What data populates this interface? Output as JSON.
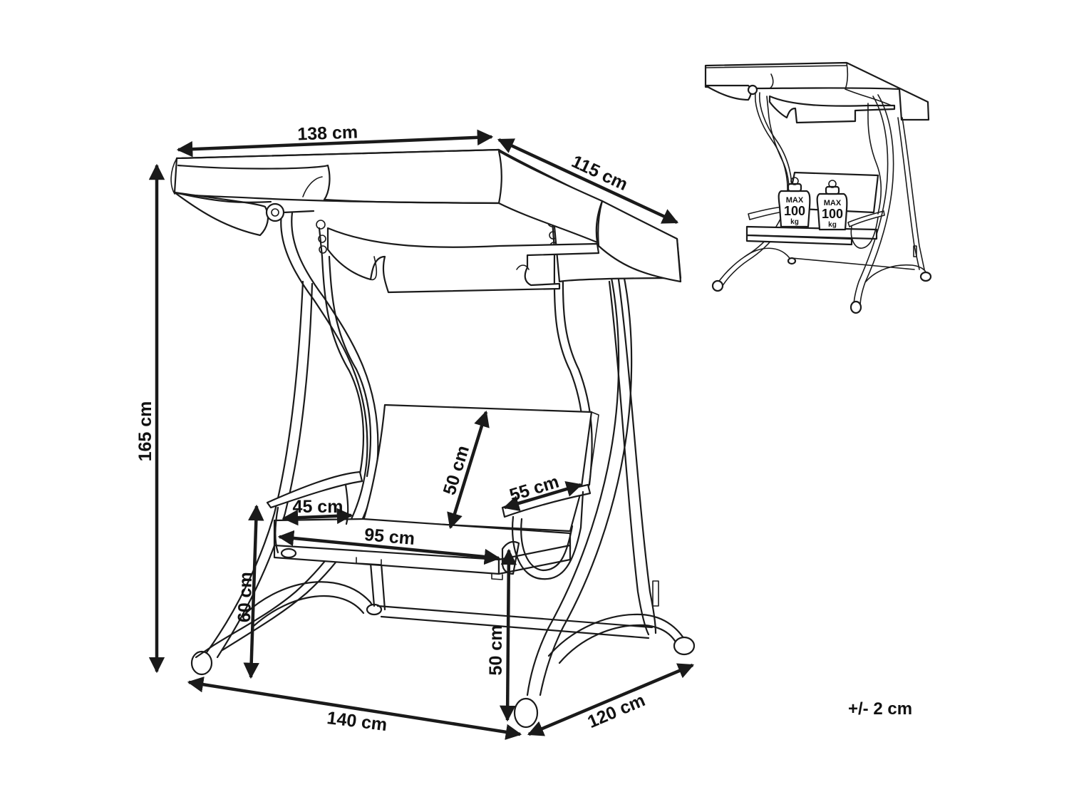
{
  "dimensions": {
    "canopy_width": "138 cm",
    "canopy_depth": "115 cm",
    "total_height": "165 cm",
    "backrest_height": "50 cm",
    "armrest_length": "55 cm",
    "seat_depth": "45 cm",
    "seat_width": "95 cm",
    "armrest_height": "60 cm",
    "seat_height": "50 cm",
    "base_width": "140 cm",
    "base_depth": "120 cm"
  },
  "tolerance": "+/- 2 cm",
  "weight_badges": [
    {
      "max": "MAX",
      "value": "100",
      "unit": "kg"
    },
    {
      "max": "MAX",
      "value": "100",
      "unit": "kg"
    }
  ]
}
